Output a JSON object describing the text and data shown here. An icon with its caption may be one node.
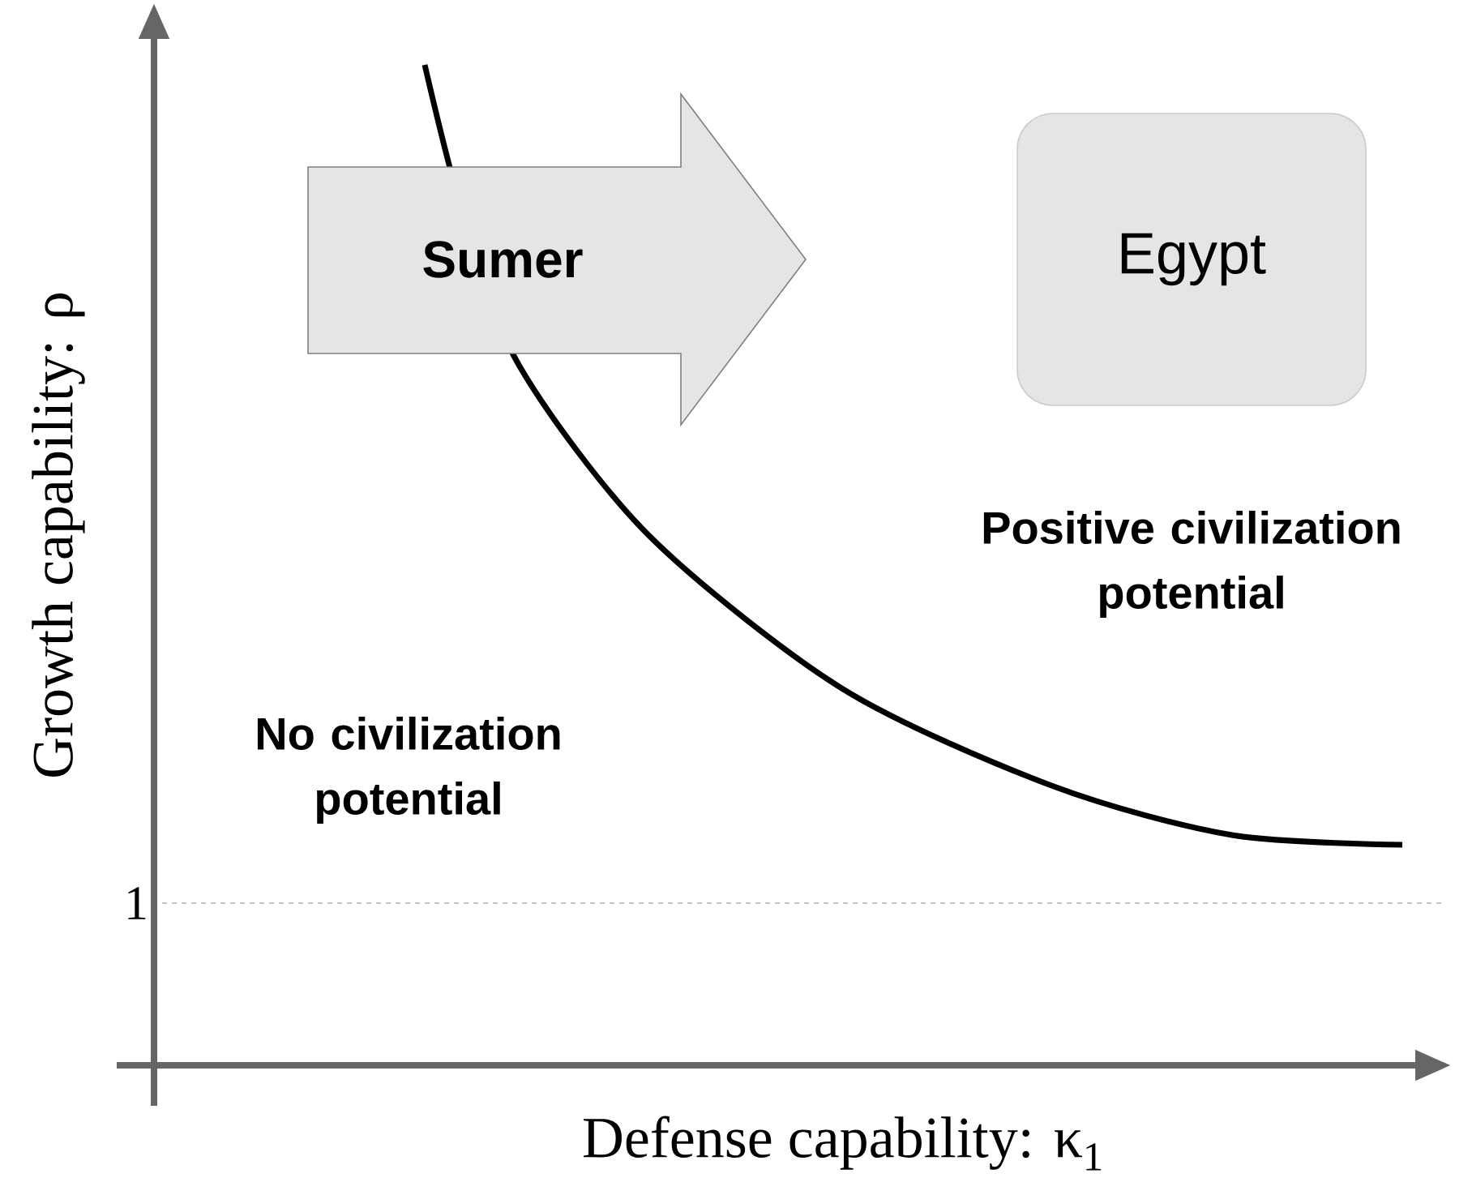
{
  "diagram": {
    "nodes": [
      {
        "text": [
          "Sumer"
        ]
      },
      {
        "text": [
          "Egypt"
        ]
      }
    ],
    "labels": [
      "Positive civilization potential",
      "No civilization potential",
      "1",
      "Growth capability: ρ",
      "Defense capability: κ$_{1}$"
    ]
  }
}
